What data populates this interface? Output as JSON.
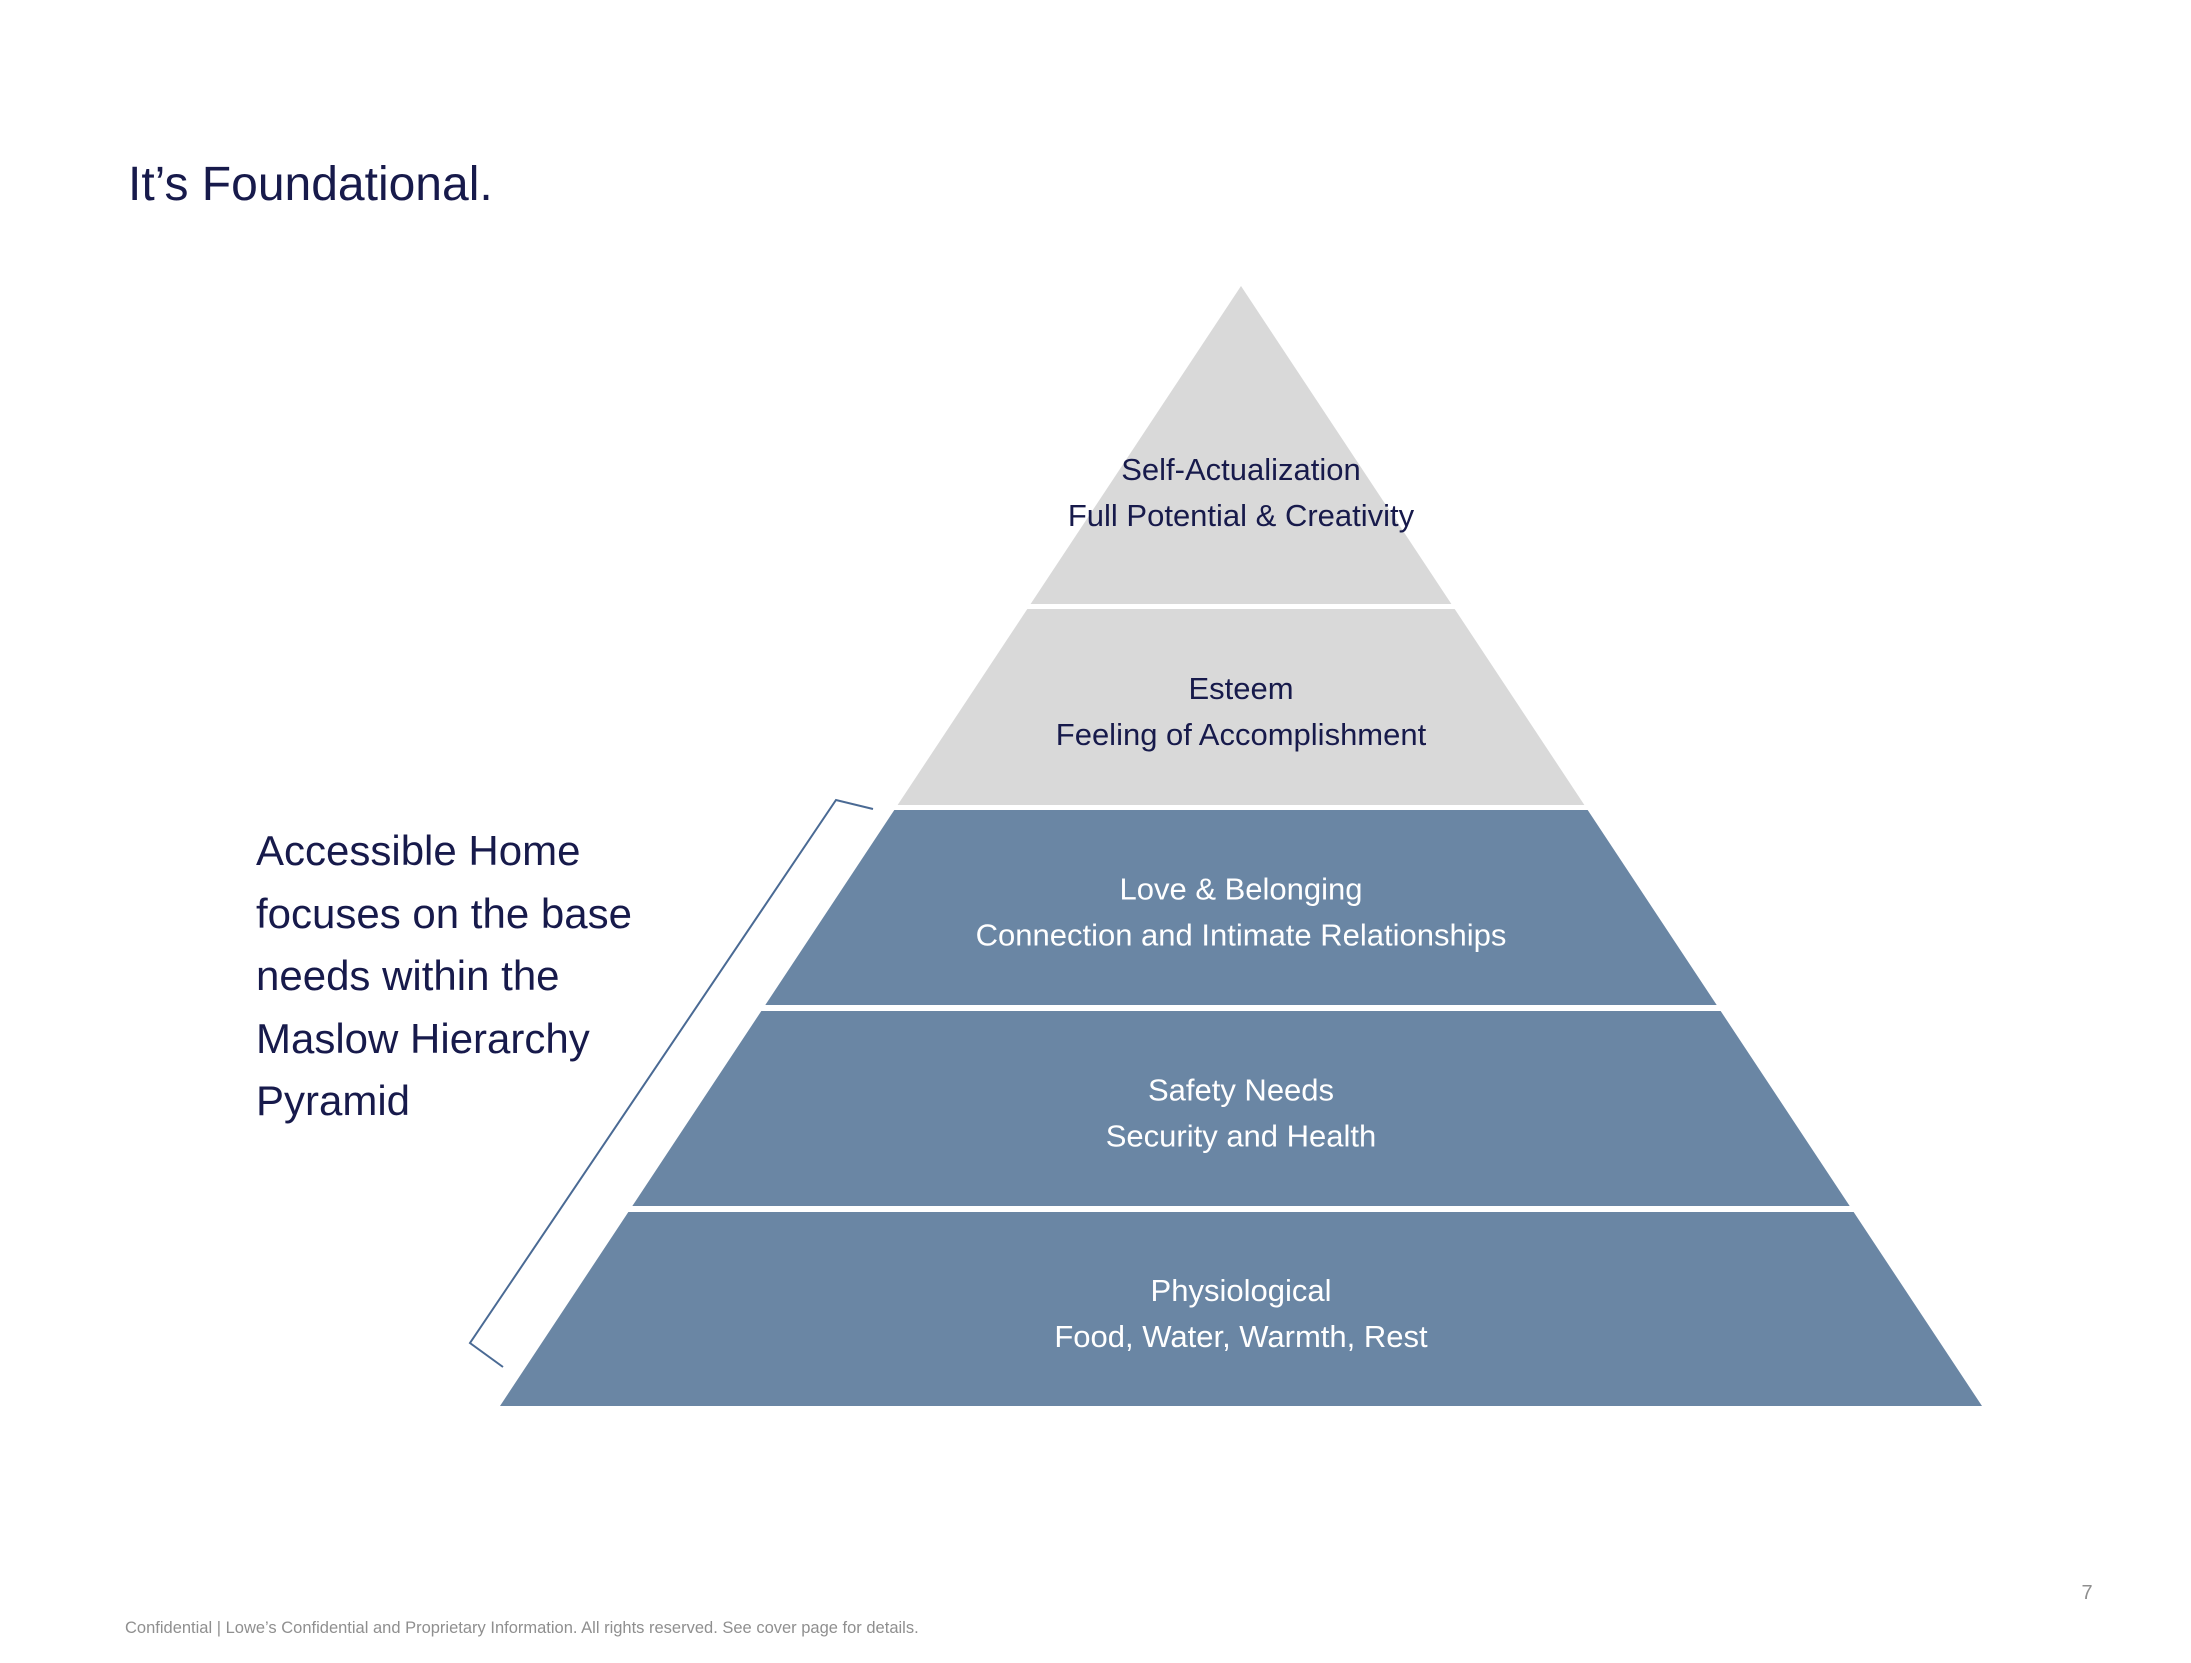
{
  "slide": {
    "title": "It’s Foundational.",
    "side_note": "Accessible Home focuses on the base needs within the Maslow Hierarchy Pyramid",
    "footer": "Confidential | Lowe’s Confidential and Proprietary Information. All rights reserved. See cover page for details.",
    "page_number": "7"
  },
  "colors": {
    "title_text": "#171a4b",
    "upper_tier_fill": "#d9d9d9",
    "base_tier_fill": "#6a86a4",
    "bracket_stroke": "#4a6a94",
    "footer_text": "#8f8f8f"
  },
  "pyramid": {
    "tiers": [
      {
        "name": "Self-Actualization",
        "description": "Full Potential & Creativity",
        "highlighted": false
      },
      {
        "name": "Esteem",
        "description": "Feeling of Accomplishment",
        "highlighted": false
      },
      {
        "name": "Love & Belonging",
        "description": "Connection and Intimate Relationships",
        "highlighted": true
      },
      {
        "name": "Safety Needs",
        "description": "Security and Health",
        "highlighted": true
      },
      {
        "name": "Physiological",
        "description": "Food, Water, Warmth, Rest",
        "highlighted": true
      }
    ]
  }
}
